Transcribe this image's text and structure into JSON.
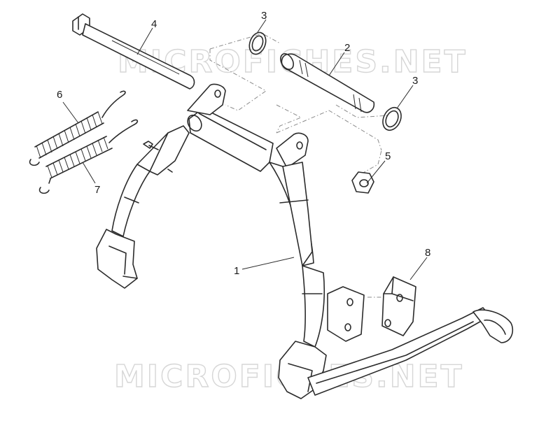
{
  "watermark": {
    "text": "MICROFICHES.NET"
  },
  "callouts": {
    "c1": "1",
    "c2": "2",
    "c3a": "3",
    "c3b": "3",
    "c4": "4",
    "c5": "5",
    "c6": "6",
    "c7": "7",
    "c8": "8"
  },
  "colors": {
    "line": "#2b2b2b",
    "watermark": "#d6d6d6",
    "background": "#ffffff"
  }
}
